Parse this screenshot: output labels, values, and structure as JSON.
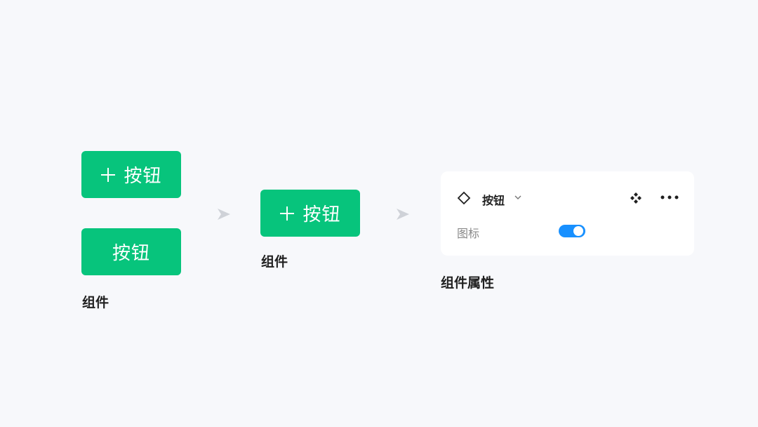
{
  "stage1": {
    "button_with_icon_label": "按钮",
    "button_plain_label": "按钮",
    "caption": "组件"
  },
  "stage2": {
    "button_label": "按钮",
    "caption": "组件"
  },
  "stage3": {
    "panel_title": "按钮",
    "property_label": "图标",
    "property_toggle_on": true,
    "caption": "组件属性"
  },
  "icons": {
    "plus": "plus-icon",
    "arrow": "arrow-right-icon",
    "component": "diamond-outline-icon",
    "chevron": "chevron-down-icon",
    "instance": "component-instance-icon",
    "more": "more-horizontal-icon"
  },
  "colors": {
    "background": "#f7f8fb",
    "button": "#07c47c",
    "toggle": "#1890ff",
    "arrow": "#cfd2d8"
  }
}
